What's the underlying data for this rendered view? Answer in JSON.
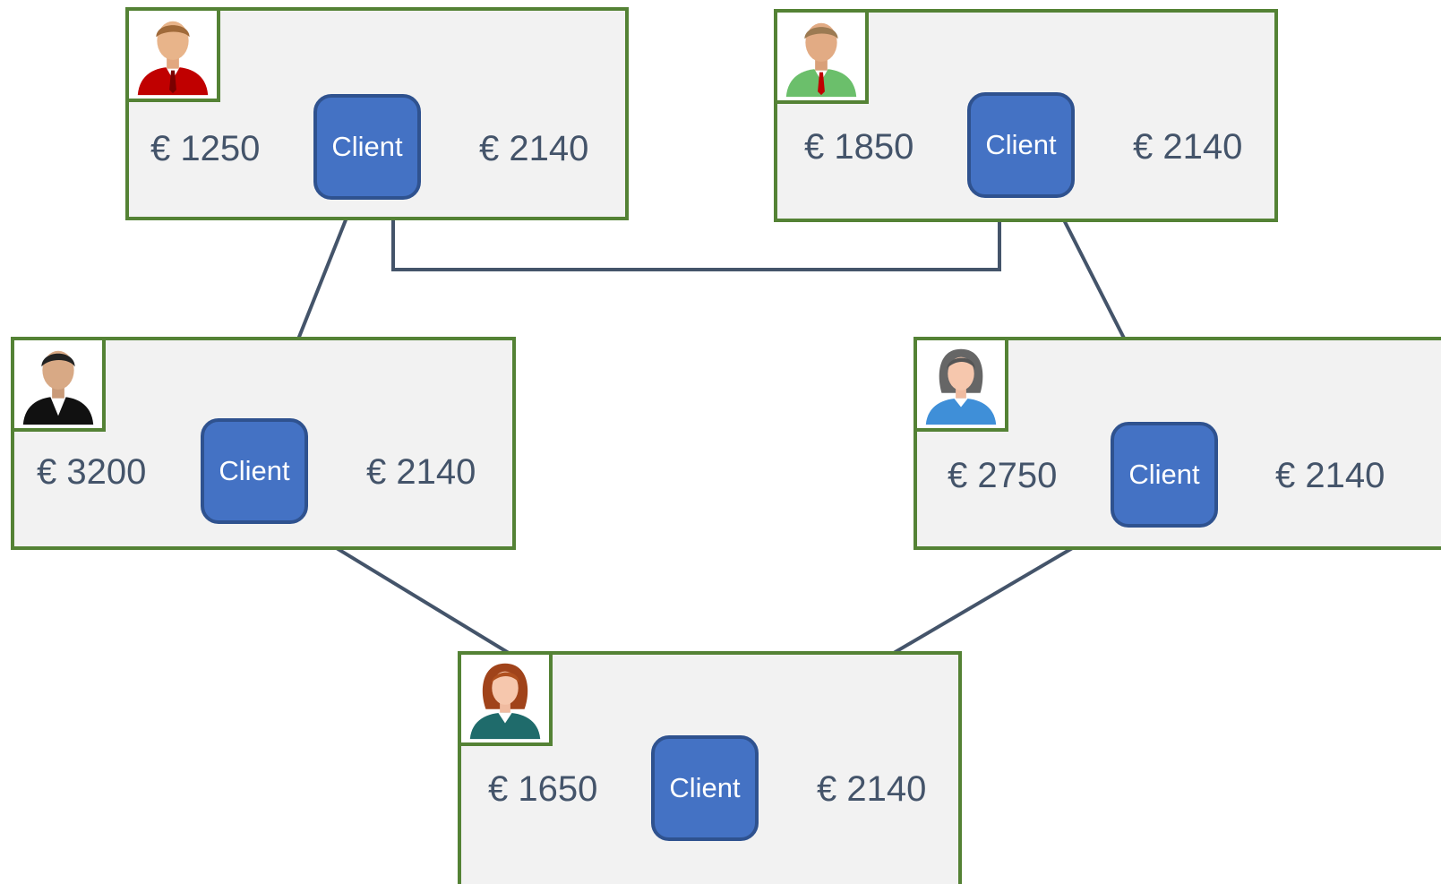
{
  "colors": {
    "panel_fill": "#f2f2f2",
    "panel_border": "#548235",
    "client_fill": "#4472c4",
    "client_border": "#2f528f",
    "link_line": "#44546a",
    "flow_arrow": "#4472c4"
  },
  "nodes": [
    {
      "id": "top-left",
      "avatar_icon": "man-red-suit-icon",
      "input_amount": "€ 1250",
      "client_label": "Client",
      "output_amount": "€ 2140"
    },
    {
      "id": "top-right",
      "avatar_icon": "man-green-suit-icon",
      "input_amount": "€ 1850",
      "client_label": "Client",
      "output_amount": "€ 2140"
    },
    {
      "id": "middle-left",
      "avatar_icon": "man-black-suit-icon",
      "input_amount": "€ 3200",
      "client_label": "Client",
      "output_amount": "€ 2140"
    },
    {
      "id": "middle-right",
      "avatar_icon": "woman-blue-icon",
      "input_amount": "€ 2750",
      "client_label": "Client",
      "output_amount": "€ 2140"
    },
    {
      "id": "bottom",
      "avatar_icon": "woman-teal-icon",
      "input_amount": "€ 1650",
      "client_label": "Client",
      "output_amount": "€ 2140"
    }
  ],
  "links": [
    {
      "from": "top-left",
      "to": "middle-left",
      "direction": "bidirectional"
    },
    {
      "from": "top-left",
      "to": "top-right",
      "direction": "bidirectional"
    },
    {
      "from": "top-right",
      "to": "middle-right",
      "direction": "bidirectional"
    },
    {
      "from": "middle-left",
      "to": "bottom",
      "direction": "bidirectional"
    },
    {
      "from": "middle-right",
      "to": "bottom",
      "direction": "bidirectional"
    }
  ]
}
